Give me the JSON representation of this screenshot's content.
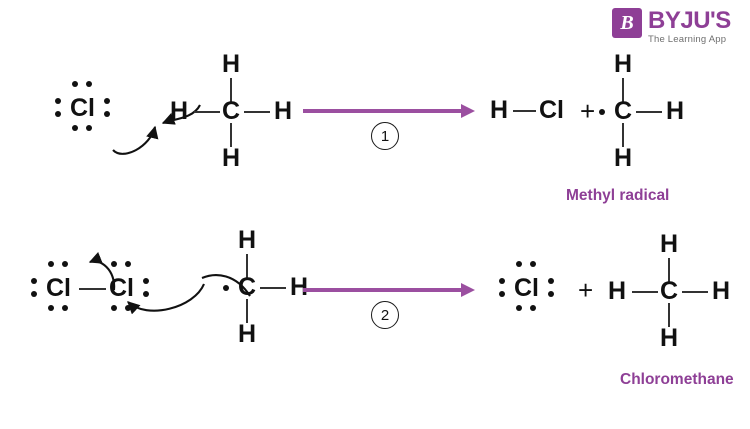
{
  "brand": {
    "mark_letter": "B",
    "wordmark": "BYJU'S",
    "tagline": "The Learning App",
    "color": "#8e3f96"
  },
  "theme": {
    "arrow_purple": "#9b4fa0",
    "caption_purple": "#8e3f96",
    "atom_black": "#111111",
    "bond_gray": "#333333",
    "background": "#ffffff"
  },
  "symbols": {
    "plus": "+",
    "hydrogen": "H",
    "carbon": "C",
    "chlorine": "Cl"
  },
  "reactions": [
    {
      "step": "1",
      "reactants": {
        "chlorine_radical": {
          "label": "Cl",
          "lone_pair_dots": 8,
          "dot_groups": [
            "top",
            "left",
            "right",
            "bottom"
          ]
        },
        "methane": {
          "center": "C",
          "h_top": "H",
          "h_left": "H",
          "h_right": "H",
          "h_bottom": "H"
        }
      },
      "products": {
        "hydrogen_chloride": {
          "left": "H",
          "right": "Cl"
        },
        "plus": "+",
        "methyl_radical": {
          "radical_dot": true,
          "center": "C",
          "h_top": "H",
          "h_right": "H",
          "h_bottom": "H"
        },
        "caption": "Methyl radical"
      }
    },
    {
      "step": "2",
      "reactants": {
        "chlorine_molecule": {
          "left_atom": "Cl",
          "right_atom": "Cl",
          "left_dot_groups": [
            "top",
            "left",
            "bottom"
          ],
          "right_dot_groups": [
            "top",
            "right",
            "bottom"
          ]
        },
        "methyl_radical": {
          "radical_dot": true,
          "center": "C",
          "h_top": "H",
          "h_right": "H",
          "h_bottom": "H"
        }
      },
      "products": {
        "chlorine_radical": {
          "label": "Cl",
          "lone_pair_dots": 8,
          "dot_groups": [
            "top",
            "left",
            "right",
            "bottom"
          ]
        },
        "plus": "+",
        "chloromethane": {
          "center": "C",
          "h_top": "H",
          "h_left": "H",
          "h_right": "H",
          "h_bottom": "H"
        },
        "caption": "Chloromethane"
      }
    }
  ]
}
